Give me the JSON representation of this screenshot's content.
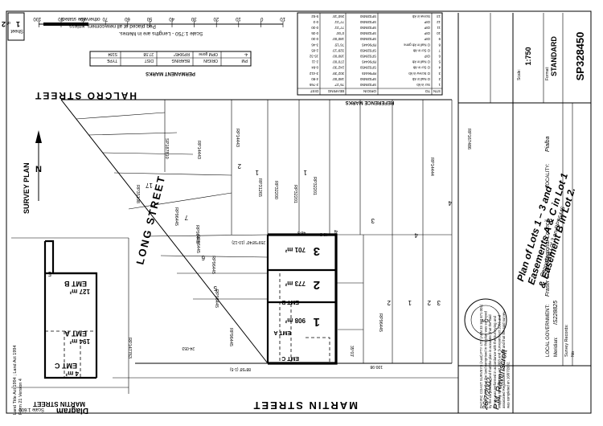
{
  "sheet": {
    "label": "Sheet",
    "number": "1",
    "of": "of",
    "total": "2"
  },
  "scale_bar": {
    "ticks": [
      "10",
      "0",
      "10",
      "20",
      "30",
      "40",
      "50",
      "60",
      "70",
      "80",
      "90",
      "100"
    ],
    "caption": "Scale 1:750 - Lengths are in Metres.",
    "note_line1": "Peg placed at all new corners, unless",
    "note_line2": "otherwise stated."
  },
  "permanent_marks": {
    "title": "PERMANENT MARKS",
    "headers": [
      "PM",
      "ORIGIN",
      "BEARING",
      "DIST",
      "TYPE"
    ],
    "rows": [
      [
        "4-",
        "OPM gone",
        "RP9045*",
        "27.58",
        "S184"
      ]
    ]
  },
  "reference_marks": {
    "title": "REFERENCE MARKS",
    "headers": [
      "STN",
      "TO",
      "ORIGIN",
      "BEARING",
      "DIST"
    ],
    "rows": [
      [
        "1",
        "Scr in kb",
        "SP328450",
        "75°27'",
        "2-765"
      ],
      [
        "2",
        "O Nail in kb",
        "SP328450",
        "180°00'",
        "4-80"
      ],
      [
        "3",
        "O Screw in kb",
        "RP96445",
        "302°39'",
        "3-412"
      ],
      [
        "4",
        "O Scr in kb",
        "SP328450",
        "242°30'",
        "0-84"
      ],
      [
        "5",
        "O Nail in kb",
        "RP96445",
        "270°00'",
        "2-11"
      ],
      [
        "6",
        "OIP",
        "SP328450",
        "180°00'",
        "15-32"
      ],
      [
        "7",
        "O Scr in kb",
        "SP328450",
        "329°13'",
        "2-65"
      ],
      [
        "8",
        "O Nail in kb gone",
        "RP96445",
        "76°15'",
        "3-46"
      ],
      [
        "9",
        "OIP",
        "SP328450",
        "180°00'",
        "0-30"
      ],
      [
        "10",
        "OIP",
        "SP328450",
        "0°00'",
        "0-35"
      ],
      [
        "11",
        "OIP",
        "SP328450",
        "77°21'",
        "0-30"
      ],
      [
        "12",
        "OIP",
        "SP328450",
        "77°21'",
        "0-3"
      ],
      [
        "13",
        "Screw in kb",
        "SP328450",
        "260°15'",
        "5-52"
      ]
    ]
  },
  "title_block": {
    "plan_number": "SP328450",
    "format_label": "Format:",
    "format_value": "STANDARD",
    "scale_label": "Scale:",
    "scale_value": "1:750",
    "meridian_label": "Meridian:",
    "meridian_value": "IS228825",
    "survey_label": "Survey Records:",
    "survey_value": "No",
    "locality_label": "LOCALITY:",
    "locality_value": "Pialba",
    "lga_label": "LOCAL GOVERNMENT:",
    "lga_value": "Fraser Coast Regional Council",
    "title_lines": [
      "Plan of Lots 1 – 3 and",
      "Easements A & C in Lot 1",
      "& Easement B in Lot 2."
    ],
    "cancelling": "Cancelling Lot 3 on RP96445"
  },
  "certificate": {
    "lines": [
      "PACIFIC COAST SURVEYS (Aust) PTY LTD (ABN 33 103 871 001)",
      "hereby certify that the land comprised in this plan was surveyed",
      "by the corporation, and that the plan is accurate, that the said",
      "survey was performed in accordance with the Surveying and",
      "Mapping Infrastructure Act 2003 and Surveyors Act 2003 and",
      "associated Regulations and Standards and that the said survey",
      "was completed on 16/07/2002."
    ],
    "date": "26/7/2002",
    "signatory": "P.M. Ravenscroft"
  },
  "bottom_left": {
    "diagram": "Diagram",
    "diagram_scale": "Scale 1:600",
    "act": "Land Title Act 1994 ; Land Act 1994",
    "form": "Form 21 Version 4"
  },
  "streets": {
    "halcro": "HALCRO   STREET",
    "martin": "MARTIN   STREET",
    "martin_diagram": "MARTIN STREET",
    "long": "LONG   STREET",
    "survey_plan": "SURVEY PLAN"
  },
  "north": "N",
  "lots": [
    {
      "num": "1",
      "area": "908 m²"
    },
    {
      "num": "2",
      "area": "773 m²"
    },
    {
      "num": "3",
      "area": "701 m²"
    }
  ],
  "easements": [
    {
      "label": "EMT A",
      "area": "194 m²"
    },
    {
      "label": "EMT B",
      "area": "127 m²"
    },
    {
      "label": "EMT C",
      "area": "4 m²"
    }
  ],
  "lot_labels": [
    "RP96445",
    "RP96445",
    "RP96445",
    "RP96445",
    "RP96445",
    "RP96445",
    "RP31265",
    "RP32201",
    "RP32200",
    "RP32201",
    "RP14443",
    "RP14443",
    "RP147763",
    "SP187810",
    "RP35198",
    "RP14444",
    "RP96445",
    "RP167486"
  ],
  "lot_numbers": [
    "5",
    "6",
    "7",
    "17",
    "2",
    "1",
    "3",
    "4",
    "4",
    "2",
    "1",
    "1",
    "2",
    "3",
    "4",
    "5"
  ],
  "line_dims": [
    "259°58'40\" (10-12)",
    "35°03'",
    "49-8",
    "48-5",
    "24-053",
    "88°58' (1-5)",
    "100-98"
  ]
}
